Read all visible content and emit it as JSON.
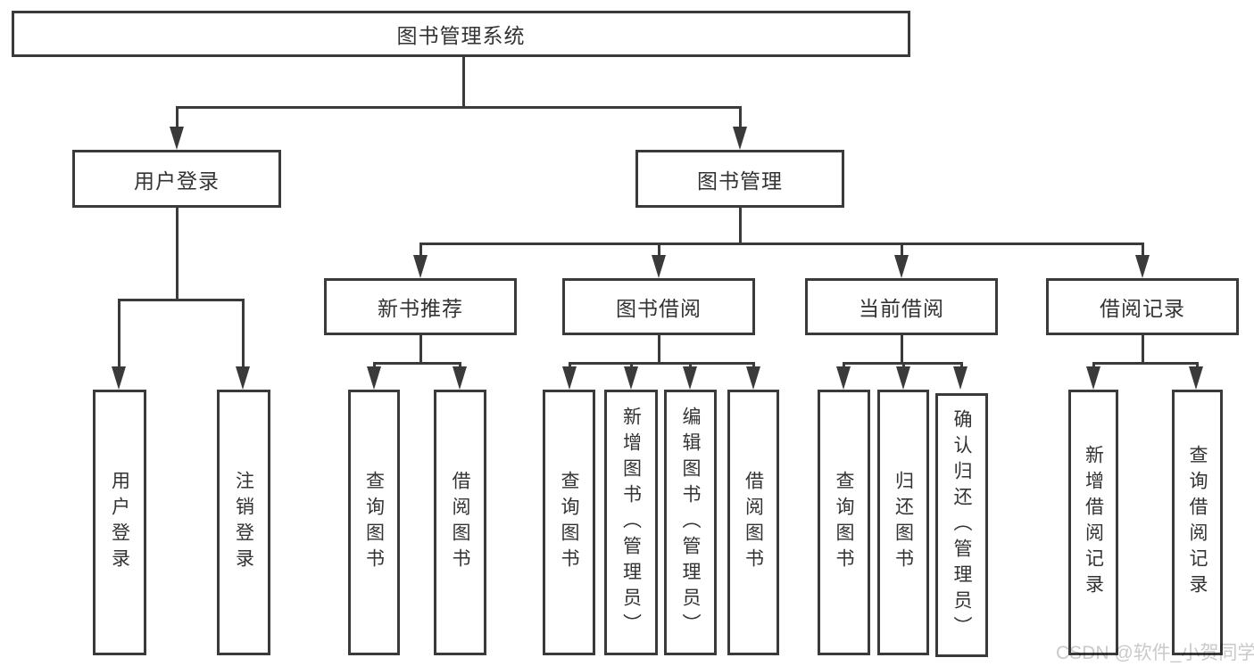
{
  "colors": {
    "line": "#3a3a3a",
    "text": "#333333",
    "background": "#ffffff",
    "watermark": "#c9c9c9"
  },
  "watermark": "CSDN @软件_小贺同学",
  "tree": {
    "label": "图书管理系统",
    "children": [
      {
        "label": "用户登录",
        "children": [
          {
            "label": "用户登录"
          },
          {
            "label": "注销登录"
          }
        ]
      },
      {
        "label": "图书管理",
        "children": [
          {
            "label": "新书推荐",
            "children": [
              {
                "label": "查询图书"
              },
              {
                "label": "借阅图书"
              }
            ]
          },
          {
            "label": "图书借阅",
            "children": [
              {
                "label": "查询图书"
              },
              {
                "label": "新增图书（管理员）"
              },
              {
                "label": "编辑图书（管理员）"
              },
              {
                "label": "借阅图书"
              }
            ]
          },
          {
            "label": "当前借阅",
            "children": [
              {
                "label": "查询图书"
              },
              {
                "label": "归还图书"
              },
              {
                "label": "确认归还（管理员）"
              }
            ]
          },
          {
            "label": "借阅记录",
            "children": [
              {
                "label": "新增借阅记录"
              },
              {
                "label": "查询借阅记录"
              }
            ]
          }
        ]
      }
    ]
  }
}
